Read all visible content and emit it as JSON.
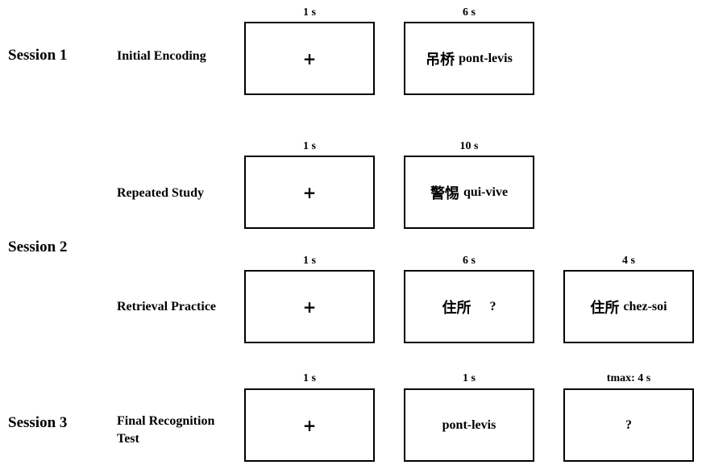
{
  "sessions": {
    "s1": "Session 1",
    "s2": "Session 2",
    "s3": "Session 3"
  },
  "phases": {
    "encoding": "Initial Encoding",
    "study": "Repeated Study",
    "retrieval": "Retrieval Practice",
    "test_line1": "Final Recognition",
    "test_line2": "Test"
  },
  "encoding": {
    "fix_dur": "1 s",
    "fix": "+",
    "pair_dur": "6 s",
    "pair_zh": "吊桥",
    "pair_fr": "pont-levis"
  },
  "study": {
    "fix_dur": "1 s",
    "fix": "+",
    "pair_dur": "10 s",
    "pair_zh": "警惕",
    "pair_fr": "qui-vive"
  },
  "retrieval": {
    "fix_dur": "1 s",
    "fix": "+",
    "cue_dur": "6 s",
    "cue_zh": "住所",
    "cue_q": "?",
    "fb_dur": "4 s",
    "fb_zh": "住所",
    "fb_fr": "chez-soi"
  },
  "test": {
    "fix_dur": "1 s",
    "fix": "+",
    "word_dur": "1 s",
    "word": "pont-levis",
    "resp_dur": "tmax: 4 s",
    "resp": "?"
  }
}
